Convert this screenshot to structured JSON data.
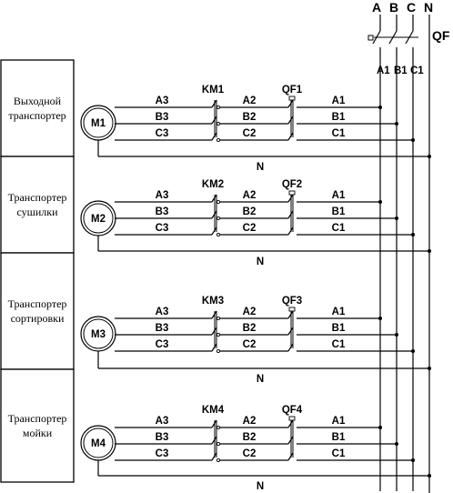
{
  "bus": {
    "phases": [
      "A",
      "B",
      "C",
      "N"
    ],
    "breaker": "QF",
    "taps": [
      "A1",
      "B1",
      "C1"
    ]
  },
  "sections": [
    {
      "label_lines": [
        "Выходной",
        "транспортер"
      ],
      "motor": "M1",
      "contactor": "KM1",
      "breaker": "QF1",
      "motor_side": [
        "A3",
        "B3",
        "C3"
      ],
      "mid": [
        "A2",
        "B2",
        "C2"
      ],
      "line_side": [
        "A1",
        "B1",
        "C1"
      ],
      "neutral": "N"
    },
    {
      "label_lines": [
        "Транспортер",
        "сушилки"
      ],
      "motor": "M2",
      "contactor": "KM2",
      "breaker": "QF2",
      "motor_side": [
        "A3",
        "B3",
        "C3"
      ],
      "mid": [
        "A2",
        "B2",
        "C2"
      ],
      "line_side": [
        "A1",
        "B1",
        "C1"
      ],
      "neutral": "N"
    },
    {
      "label_lines": [
        "Транспортер",
        "сортировки"
      ],
      "motor": "M3",
      "contactor": "KM3",
      "breaker": "QF3",
      "motor_side": [
        "A3",
        "B3",
        "C3"
      ],
      "mid": [
        "A2",
        "B2",
        "C2"
      ],
      "line_side": [
        "A1",
        "B1",
        "C1"
      ],
      "neutral": "N"
    },
    {
      "label_lines": [
        "Транспортер",
        "мойки"
      ],
      "motor": "M4",
      "contactor": "KM4",
      "breaker": "QF4",
      "motor_side": [
        "A3",
        "B3",
        "C3"
      ],
      "mid": [
        "A2",
        "B2",
        "C2"
      ],
      "line_side": [
        "A1",
        "B1",
        "C1"
      ],
      "neutral": "N"
    }
  ]
}
